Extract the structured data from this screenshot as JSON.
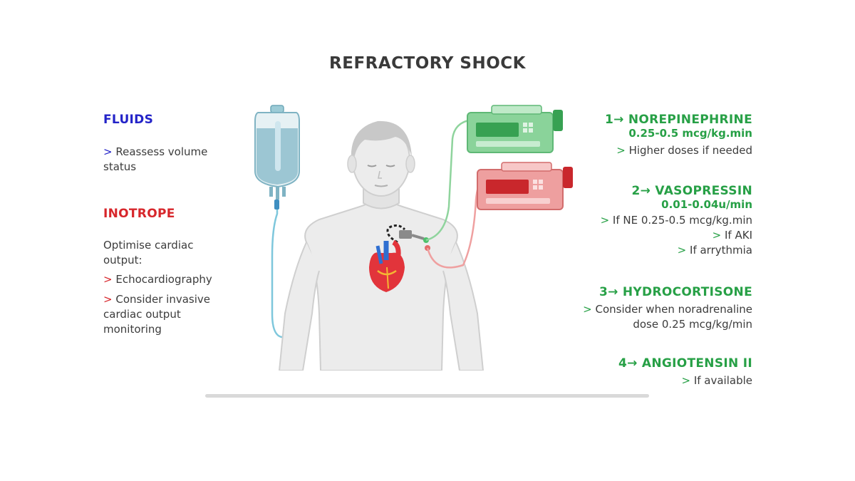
{
  "title": "REFRACTORY SHOCK",
  "fluids": {
    "heading": "FLUIDS",
    "marker": ">",
    "text": "Reassess volume status"
  },
  "inotrope": {
    "heading": "INOTROPE",
    "intro": "Optimise cardiac output:",
    "bullets": [
      {
        "marker": ">",
        "text": "Echocardiography"
      },
      {
        "marker": ">",
        "text": "Consider invasive cardiac output monitoring"
      }
    ]
  },
  "drugs": [
    {
      "heading": "1→ NOREPINEPHRINE",
      "dose": "0.25-0.5 mcg/kg.min",
      "notes": [
        {
          "marker": ">",
          "text": "Higher doses if needed"
        }
      ]
    },
    {
      "heading": "2→ VASOPRESSIN",
      "dose": "0.01-0.04u/min",
      "notes": [
        {
          "marker": ">",
          "text": "If NE 0.25-0.5 mcg/kg.min"
        },
        {
          "marker": ">",
          "text": "If AKI"
        },
        {
          "marker": ">",
          "text": "If arrythmia"
        }
      ]
    },
    {
      "heading": "3→ HYDROCORTISONE",
      "dose": "",
      "notes": [
        {
          "marker": ">",
          "text": "Consider when noradrenaline dose 0.25 mcg/kg/min"
        }
      ]
    },
    {
      "heading": "4→ ANGIOTENSIN II",
      "dose": "",
      "notes": [
        {
          "marker": ">",
          "text": "If available"
        }
      ]
    }
  ],
  "colors": {
    "fluids": "#2323c8",
    "inotrope": "#d7262b",
    "vasopressor": "#27a046",
    "pump_green": "#7fcf8e",
    "pump_red": "#e58a8a"
  },
  "icons": [
    "iv-bag-icon",
    "patient-figure",
    "heart-icon",
    "infusion-pump-green-icon",
    "infusion-pump-red-icon",
    "cannula-icon"
  ]
}
